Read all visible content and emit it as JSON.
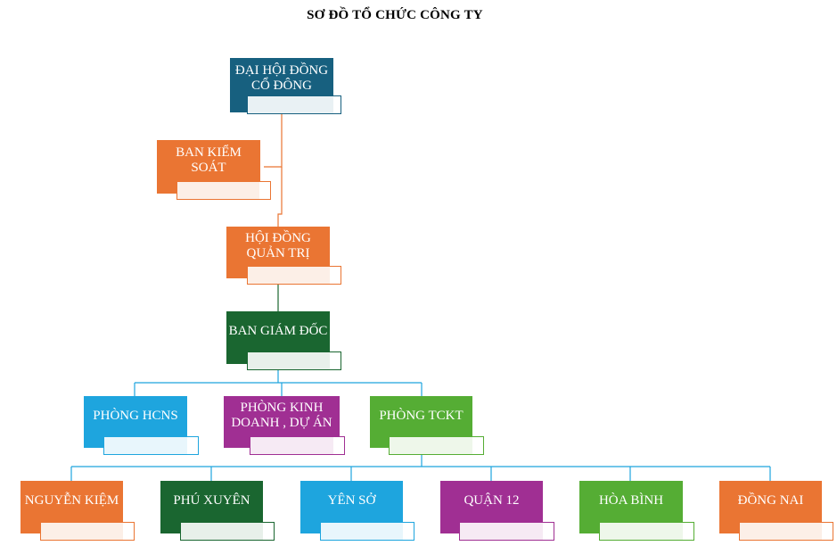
{
  "title": "SƠ ĐỒ TỔ CHỨC CÔNG TY",
  "colors": {
    "navy": "#17607f",
    "orange": "#ea7533",
    "dark_green": "#1a6630",
    "blue": "#1ea5de",
    "purple": "#a02f93",
    "green": "#55ad34",
    "line_orange": "#ea7533",
    "line_green": "#1a6630",
    "line_blue": "#1ea5de"
  },
  "nodes": {
    "dai_hoi_dong_co_dong": "ĐẠI HỘI ĐỒNG CỔ ĐÔNG",
    "ban_kiem_soat": "BAN KIỂM SOÁT",
    "hoi_dong_quan_tri": "HỘI ĐỒNG QUẢN TRỊ",
    "ban_giam_doc": "BAN GIÁM ĐỐC",
    "phong_hcns": "PHÒNG HCNS",
    "phong_kinh_doanh": "PHÒNG KINH DOANH , DỰ ÁN",
    "phong_tckt": "PHÒNG TCKT",
    "nguyen_kiem": "NGUYỄN KIỆM",
    "phu_xuyen": "PHÚ XUYÊN",
    "yen_so": "YÊN SỞ",
    "quan_12": "QUẬN 12",
    "hoa_binh": "HÒA BÌNH",
    "dong_nai": "ĐỒNG NAI"
  }
}
